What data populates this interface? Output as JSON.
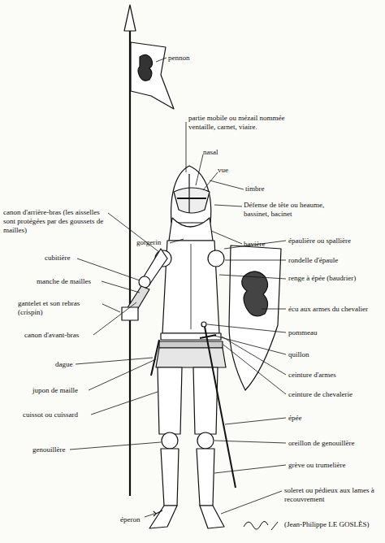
{
  "diagram": {
    "labels": [
      "pennon",
      "partie mobile ou mézail nommée ventaille, carnet, viaire.",
      "nasal",
      "vue",
      "timbre",
      "Défense de tête ou heaume, bassinet, bacinet",
      "bavière",
      "gorgerin",
      "canon d'arrière-bras (les aisselles sont protégées par des goussets de mailles)",
      "cubitière",
      "manche de mailles",
      "gantelet et son rebras (crispin)",
      "canon d'avant-bras",
      "dague",
      "jupon de maille",
      "cuissot ou cuissard",
      "genouillère",
      "éperon",
      "épaulière ou spallière",
      "rondelle d'épaule",
      "renge à épée (baudrier)",
      "écu aux armes du chevalier",
      "pommeau",
      "quillon",
      "ceinture d'armes",
      "ceinture de chevalerie",
      "épée",
      "oreillon de genouillère",
      "grève ou trumelière",
      "soleret ou pédieux aux lames à recouvrement",
      "(Jean-Philippe LE GOSLÈS)"
    ]
  }
}
